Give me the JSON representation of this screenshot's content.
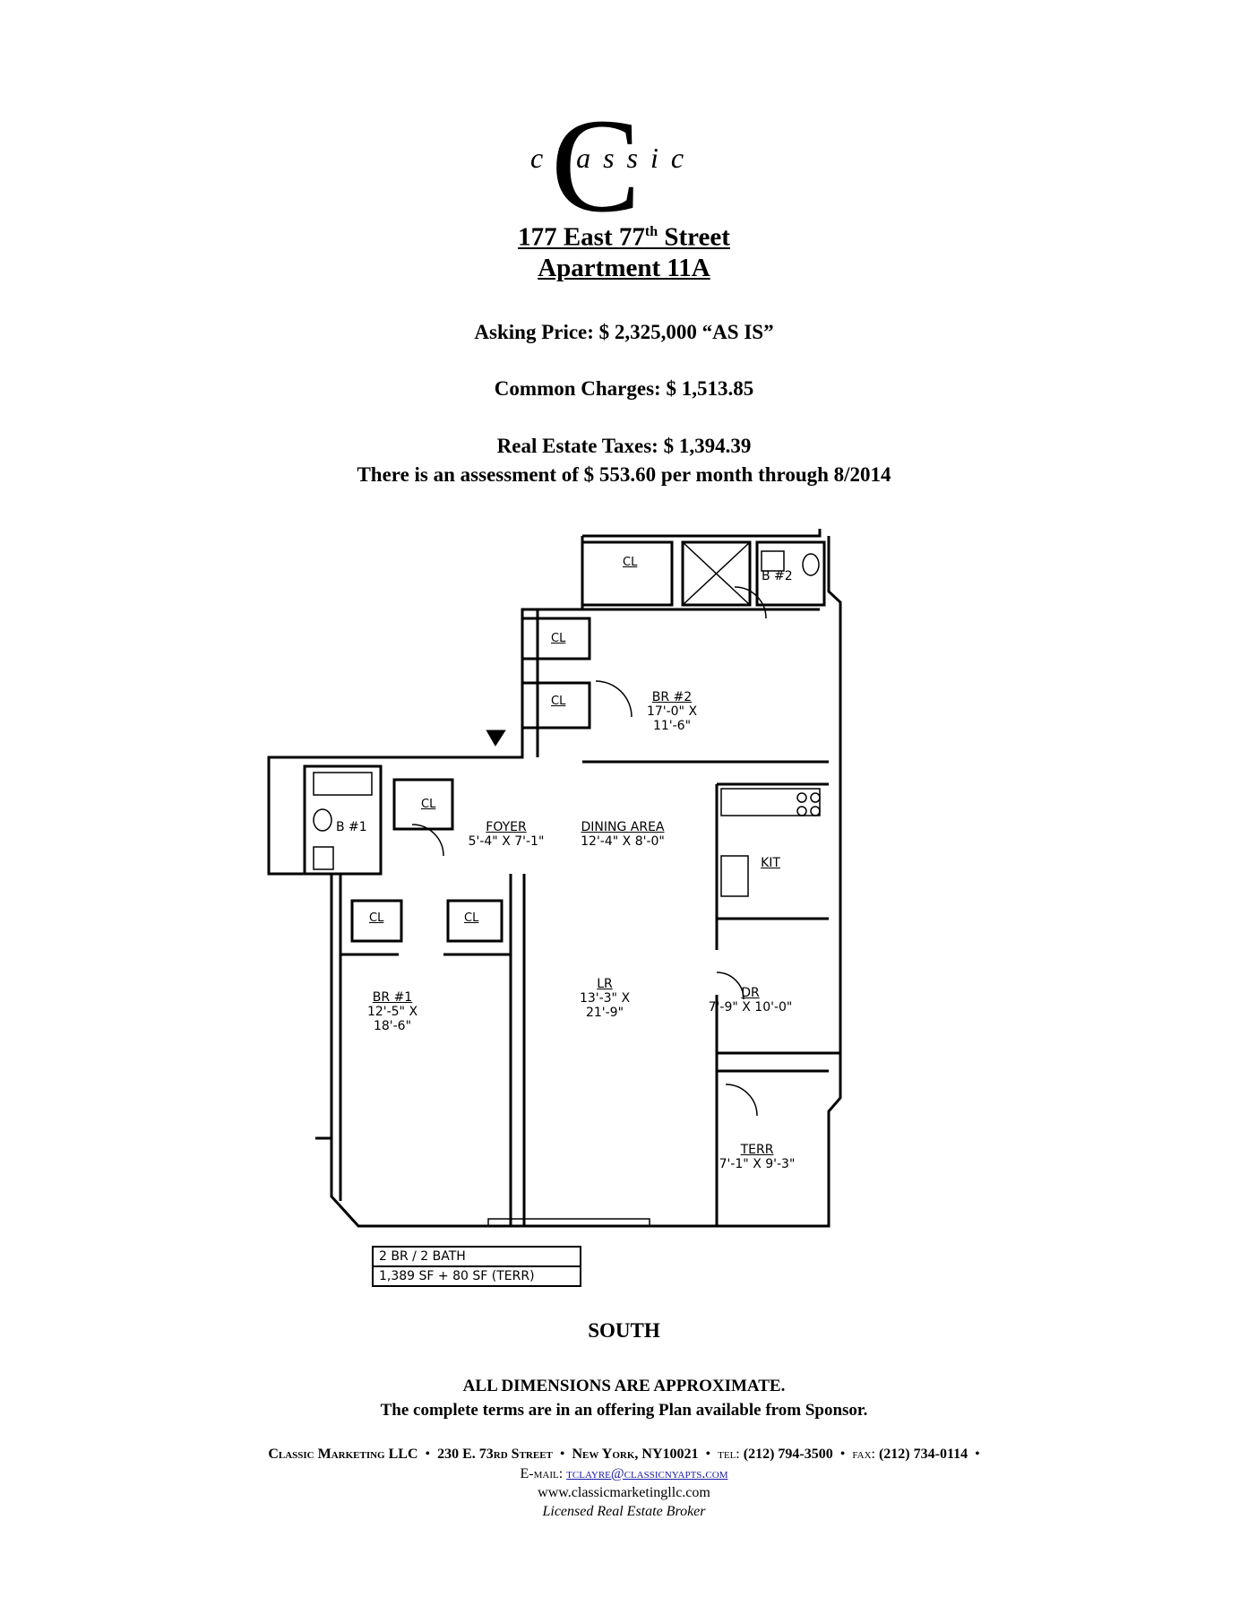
{
  "logo": {
    "wordmark": "classic",
    "initial": "C"
  },
  "header": {
    "address_line1": "177 East 77",
    "address_sup": "th",
    "address_line1_end": " Street",
    "address_line2": "Apartment 11A"
  },
  "pricing": {
    "asking_price": "Asking Price:  $ 2,325,000 “AS IS”",
    "common_charges": "Common Charges: $ 1,513.85",
    "real_estate_taxes": "Real Estate Taxes: $ 1,394.39",
    "assessment": "There is an assessment of $ 553.60 per month through 8/2014"
  },
  "floorplan": {
    "rooms": {
      "br2": {
        "name": "BR #2",
        "dims": "17'-0\" X 11'-6\""
      },
      "foyer": {
        "name": "FOYER",
        "dims": "5'-4\" X 7'-1\""
      },
      "dining": {
        "name": "DINING AREA",
        "dims": "12'-4\" X 8'-0\""
      },
      "kit": {
        "name": "KIT"
      },
      "br1": {
        "name": "BR #1",
        "dims": "12'-5\" X 18'-6\""
      },
      "lr": {
        "name": "LR",
        "dims": "13'-3\" X 21'-9\""
      },
      "dr": {
        "name": "DR",
        "dims": "7'-9\" X 10'-0\""
      },
      "terr": {
        "name": "TERR",
        "dims": "7'-1\" X 9'-3\""
      },
      "b1": {
        "name": "B #1"
      },
      "b2": {
        "name": "B #2"
      },
      "closet": "CL"
    },
    "summary_line1": "2 BR / 2 BATH",
    "summary_line2": "1,389 SF + 80 SF (TERR)"
  },
  "orientation": "SOUTH",
  "disclaimer": {
    "line1": "ALL DIMENSIONS ARE APPROXIMATE.",
    "line2": "The complete terms are in an offering Plan available from Sponsor."
  },
  "footer": {
    "company": "Classic Marketing LLC",
    "address": "230 E. 73rd Street",
    "city": "New York, NY10021",
    "tel_label": "tel:",
    "tel": "(212) 794-3500",
    "fax_label": "fax:",
    "fax": "(212) 734-0114",
    "bullet": "•",
    "email_label": "E-mail:",
    "email": "tclayre@classicnyapts.com",
    "website": "www.classicmarketingllc.com",
    "license": "Licensed Real Estate Broker"
  }
}
